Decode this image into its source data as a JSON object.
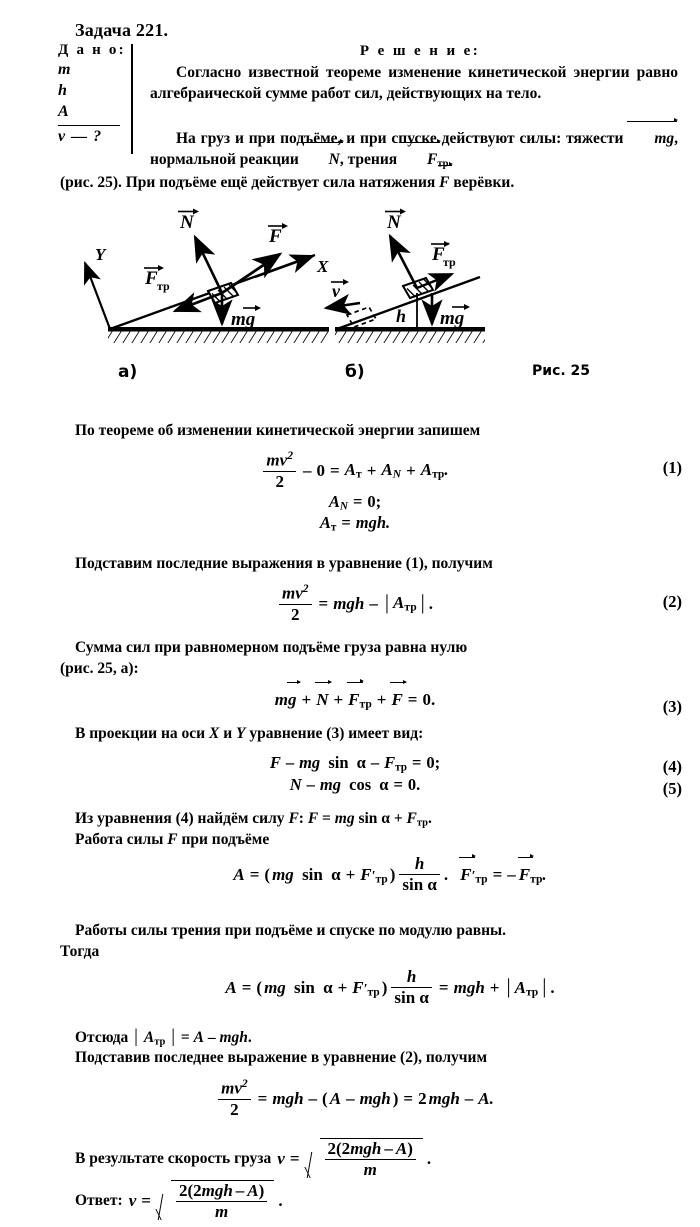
{
  "document": {
    "task_title": "Задача 221.",
    "solution_header": "Р е ш е н и е:"
  },
  "given": {
    "label": "Д а н о:",
    "variables": [
      "m",
      "h",
      "A"
    ],
    "find": "v — ?"
  },
  "paragraphs": {
    "intro1": "Согласно известной теореме изменение кинетической энергии равно алгебраической сумме работ сил, действующих на тело.",
    "intro2_part1": "На груз и при подъёме, и при спуске действуют силы: тяжести",
    "intro2_mg": "mg",
    "intro2_part2": ", нормальной реакции",
    "intro2_N": "N",
    "intro2_part3": ", трения",
    "intro2_Ftr_base": "F",
    "intro2_Ftr_sub": "тр",
    "intro3_part1": "(рис. 25). При подъёме ещё действует сила натяжения",
    "intro3_F": "F",
    "intro3_part2": "верёвки.",
    "theorem": "По теореме об изменении кинетической энергии запишем",
    "substitute": "Подставим последние выражения в уравнение (1), получим",
    "sum_forces_line1": "Сумма сил при равномерном подъёме груза равна нулю",
    "sum_forces_line2": "(рис. 25, а):",
    "projection": "В проекции на оси X и Y уравнение (3) имеет вид:",
    "from_eq4": "Из уравнения (4) найдём силу F: F = mg sin α + Fтр.",
    "work_of_F": "Работа силы F при подъёме",
    "friction_work_line1": "Работы силы трения при подъёме и спуске по модулю равны.",
    "friction_work_line2": "Тогда",
    "hence": "Отсюда | Aтр | = A – mgh.",
    "substitute2": "Подставив последнее выражение в уравнение (2), получим",
    "result_prefix": "В результате скорость груза",
    "answer_label": "Ответ:"
  },
  "equations": {
    "eq1": {
      "number": "(1)",
      "latex_like": "mv^2/2 - 0 = A_т + A_N + A_тр."
    },
    "eq1b": "A_N = 0;",
    "eq1c": "A_т = mgh.",
    "eq2": {
      "number": "(2)",
      "latex_like": "mv^2/2 = mgh - |A_тр|."
    },
    "eq3": {
      "number": "(3)",
      "latex_like": "mg⃗ + N⃗ + F⃗_тр + F⃗ = 0."
    },
    "eq4": {
      "number": "(4)",
      "latex_like": "F - mg sin α - F_тр = 0;"
    },
    "eq5": {
      "number": "(5)",
      "latex_like": "N - mg cos α = 0."
    },
    "eq_work": "A = (mg sin α + F'_тр) h/sin α .   F⃗'_тр = -F⃗_тр.",
    "eq_work2": "A = (mg sin α + F'_тр) h/sin α = mgh + |A_тр|.",
    "eq_final": "mv^2/2 = mgh - (A - mgh) = 2mgh - A.",
    "eq_result": "v = sqrt( 2(2mgh - A) / m )",
    "eq_answer": "v = sqrt( 2(2mgh - A) / m )"
  },
  "figure": {
    "caption": "Рис. 25",
    "part_a_label": "а)",
    "part_b_label": "б)",
    "part_a": {
      "axis_x": "X",
      "axis_y": "Y",
      "vector_N": "N",
      "vector_F": "F",
      "vector_Ftr_base": "F",
      "vector_Ftr_sub": "тр",
      "vector_mg": "mg"
    },
    "part_b": {
      "vector_N": "N",
      "vector_Ftr_base": "F",
      "vector_Ftr_sub": "тр",
      "vector_v": "v",
      "height_label": "h",
      "vector_mg": "mg"
    }
  },
  "symbols": {
    "alpha": "α",
    "minus": "–",
    "plus": "+",
    "equals": "="
  },
  "colors": {
    "ink": "#000000",
    "paper": "#ffffff"
  }
}
